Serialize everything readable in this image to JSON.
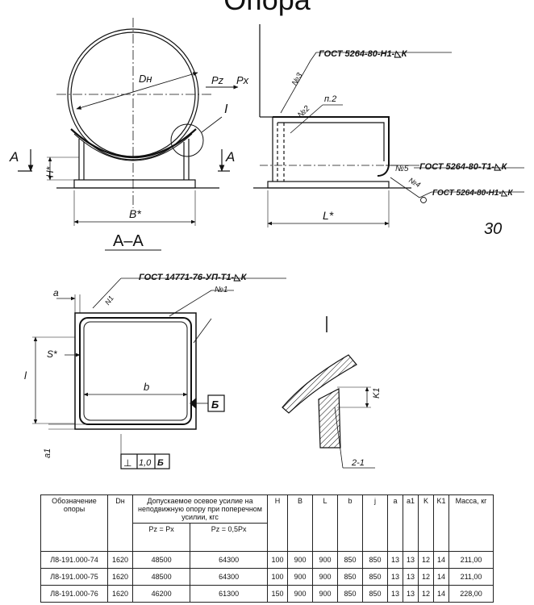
{
  "title": "Опора",
  "drawing": {
    "labels": {
      "dn": "Dн",
      "pz": "Pz",
      "px": "Px",
      "detail": "I",
      "section_mark": "A",
      "h": "H*",
      "b_star": "B*",
      "section": "А–А",
      "l_star": "L*",
      "item3": "№3",
      "item2": "№2",
      "p2": "п.2",
      "item5": "№5",
      "item4": "№4",
      "a": "a",
      "n1_small": "N1",
      "item1": "№1",
      "s": "S*",
      "l": "l",
      "b": "b",
      "b_ref": "Б",
      "a1": "a1",
      "perp": "⊥",
      "perp_val": "1,0",
      "perp_ref": "Б",
      "k1": "K1",
      "weld": "2-1",
      "note": "30"
    },
    "gost": {
      "g1": "ГОСТ 5264-80-Н1-◺К",
      "g2": "ГОСТ 5264-80-Т1-◺К",
      "g3": "ГОСТ 5264-80-Н1-◺К",
      "g4": "ГОСТ 14771-76-УП-Т1-◺К"
    }
  },
  "table": {
    "headers": {
      "designation": "Обозначение опоры",
      "dn": "Dн",
      "force": "Допускаемое осевое усилие на неподвижную опору при поперечном усилии, кгс",
      "pz_eq": "Pz = Px",
      "pz_half": "Pz = 0,5Px",
      "h": "H",
      "b_cap": "B",
      "l_cap": "L",
      "b": "b",
      "j": "j",
      "a": "a",
      "a1": "a1",
      "k": "K",
      "k1": "K1",
      "mass": "Масса, кг"
    },
    "rows": [
      [
        "Л8-191.000-74",
        "1620",
        "48500",
        "64300",
        "100",
        "900",
        "900",
        "850",
        "850",
        "13",
        "13",
        "12",
        "14",
        "211,00"
      ],
      [
        "Л8-191.000-75",
        "1620",
        "48500",
        "64300",
        "100",
        "900",
        "900",
        "850",
        "850",
        "13",
        "13",
        "12",
        "14",
        "211,00"
      ],
      [
        "Л8-191.000-76",
        "1620",
        "46200",
        "61300",
        "150",
        "900",
        "900",
        "850",
        "850",
        "13",
        "13",
        "12",
        "14",
        "228,00"
      ]
    ]
  }
}
